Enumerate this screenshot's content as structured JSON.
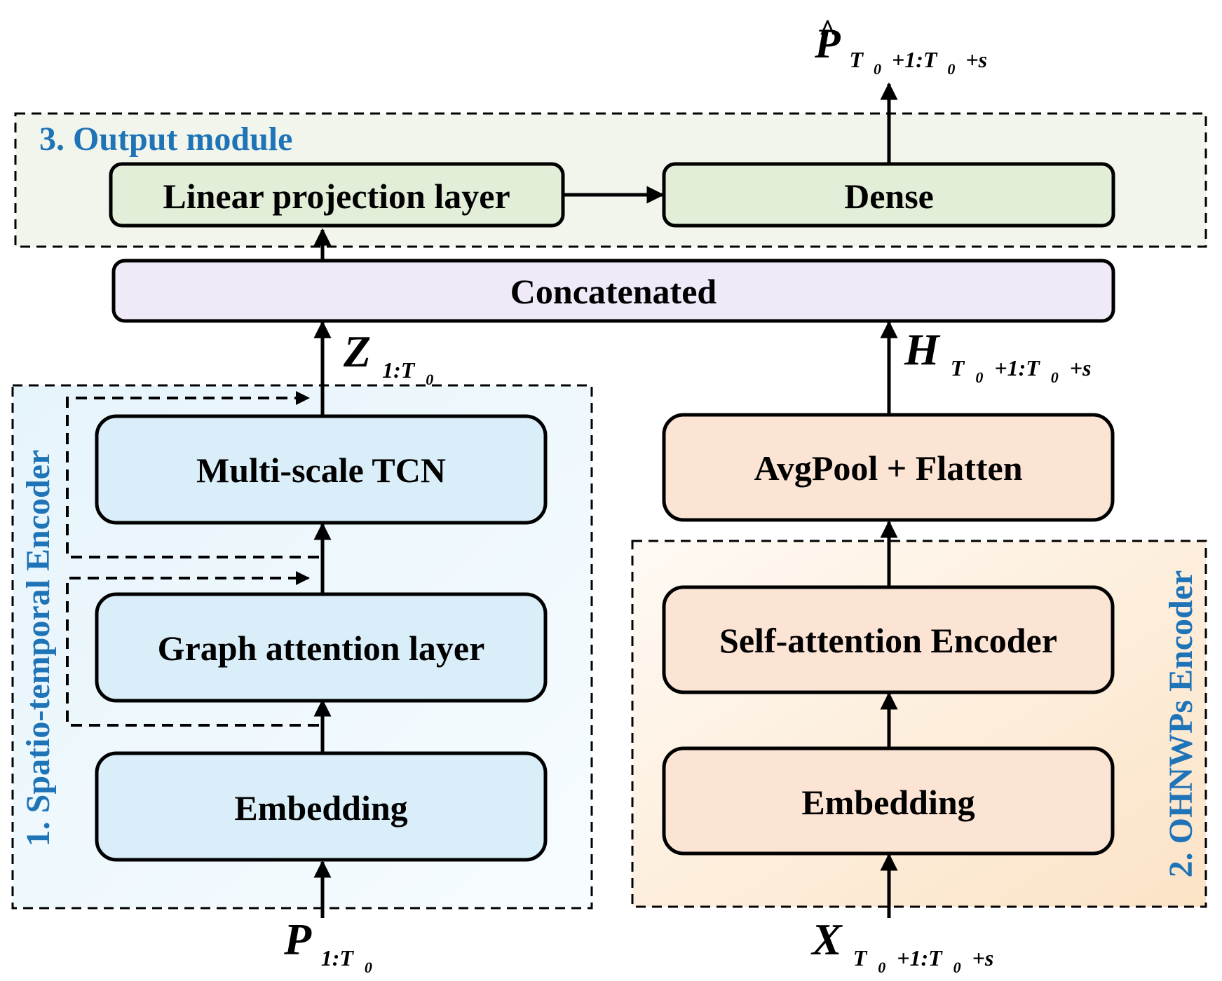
{
  "modules": {
    "output": {
      "label": "3. Output module"
    },
    "spatio": {
      "label": "1. Spatio-temporal Encoder"
    },
    "ohnwp": {
      "label": "2. OHNWPs Encoder"
    }
  },
  "boxes": {
    "linear": "Linear projection layer",
    "dense": "Dense",
    "concat": "Concatenated",
    "tcn": "Multi-scale TCN",
    "gat": "Graph attention layer",
    "embed_left": "Embedding",
    "avgpool": "AvgPool + Flatten",
    "selfatt": "Self-attention Encoder",
    "embed_right": "Embedding"
  },
  "math": {
    "p_hat": {
      "base": "P",
      "hat": "^",
      "sub1": "T",
      "sub1_sub": "0",
      "sub2": "+1:T",
      "sub2_sub": "0",
      "sub3": "+s"
    },
    "z": {
      "base": "Z",
      "sub1": "1:T",
      "sub1_sub": "0"
    },
    "h": {
      "base": "H",
      "sub1": "T",
      "sub1_sub": "0",
      "sub2": "+1:T",
      "sub2_sub": "0",
      "sub3": "+s"
    },
    "p_in": {
      "base": "P",
      "sub1": "1:T",
      "sub1_sub": "0"
    },
    "x_in": {
      "base": "X",
      "sub1": "T",
      "sub1_sub": "0",
      "sub2": "+1:T",
      "sub2_sub": "0",
      "sub3": "+s"
    }
  },
  "colors": {
    "output_bg": "#f1f5ec",
    "output_box": "#e2eed8",
    "concat_box": "#f0e9f8",
    "spatio_bg": "#eff8fc",
    "spatio_box": "#d9eef8",
    "ohnwp_bg": "#fdf0e2",
    "ohnwp_box": "#fbe4d4",
    "module_text": "#1f73b7"
  }
}
